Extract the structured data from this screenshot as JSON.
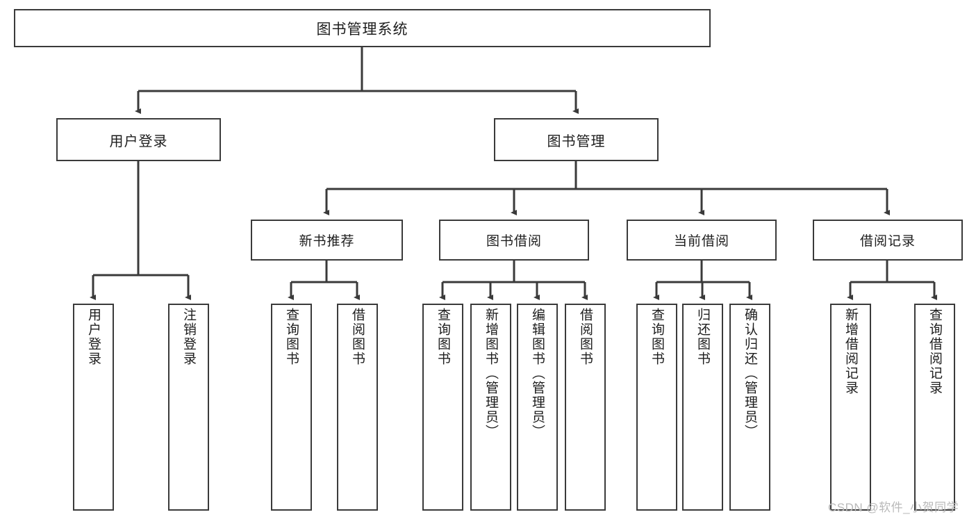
{
  "diagram": {
    "title": "图书管理系统",
    "type": "hierarchy-tree",
    "watermark": "CSDN @软件_小贺同学",
    "colors": {
      "box_border": "#3a3a3a",
      "box_fill": "#ffffff",
      "edge": "#3a3a3a",
      "text": "#1d1d1d",
      "watermark": "#b9b9b9"
    },
    "root": {
      "label": "图书管理系统"
    },
    "level2": [
      {
        "label": "用户登录"
      },
      {
        "label": "图书管理"
      }
    ],
    "level3": [
      {
        "label": "新书推荐"
      },
      {
        "label": "图书借阅"
      },
      {
        "label": "当前借阅"
      },
      {
        "label": "借阅记录"
      }
    ],
    "leaves": {
      "user_login": [
        {
          "label": "用户登录"
        },
        {
          "label": "注销登录"
        }
      ],
      "new_book": [
        {
          "label": "查询图书"
        },
        {
          "label": "借阅图书"
        }
      ],
      "book_borrow": [
        {
          "label": "查询图书"
        },
        {
          "label": "新增图书（管理员）"
        },
        {
          "label": "编辑图书（管理员）"
        },
        {
          "label": "借阅图书"
        }
      ],
      "current_borrow": [
        {
          "label": "查询图书"
        },
        {
          "label": "归还图书"
        },
        {
          "label": "确认归还（管理员）"
        }
      ],
      "borrow_record": [
        {
          "label": "新增借阅记录"
        },
        {
          "label": "查询借阅记录"
        }
      ]
    }
  }
}
